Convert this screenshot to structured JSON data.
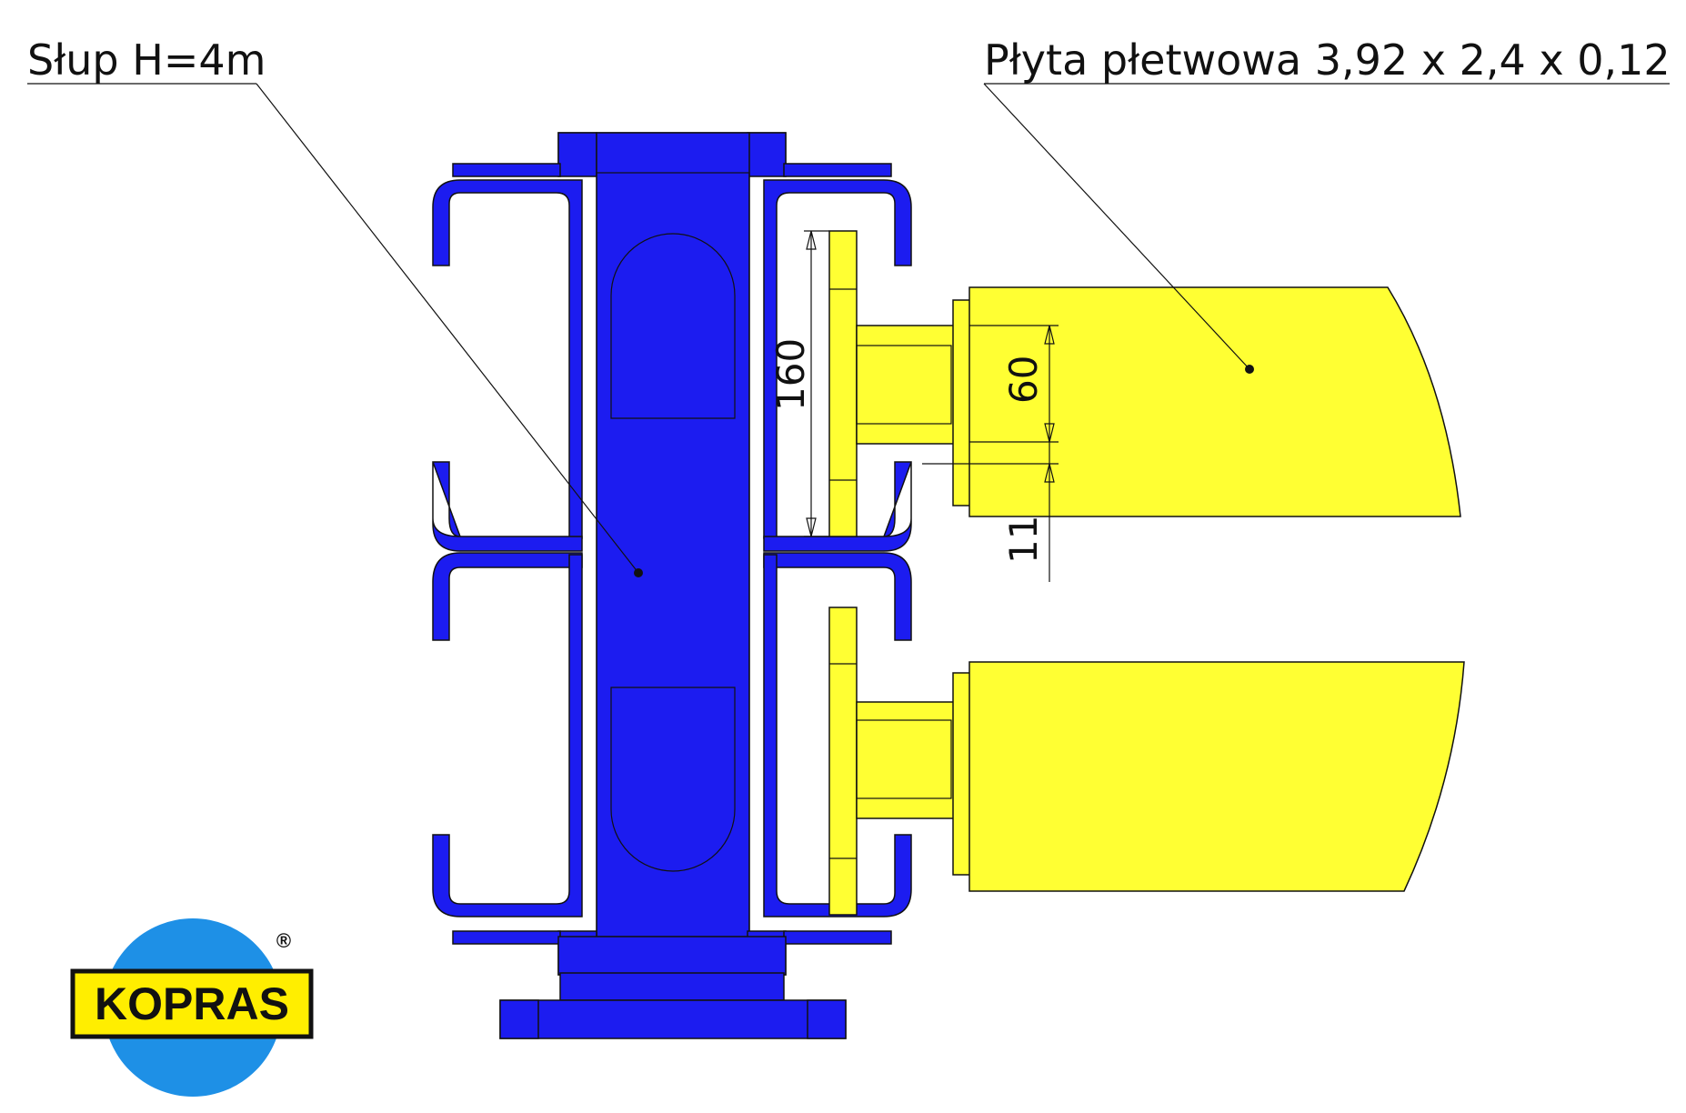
{
  "labels": {
    "column": "Słup H=4m",
    "plate": "Płyta płetwowa 3,92 x 2,4 x 0,12"
  },
  "dimensions": {
    "d160": "160",
    "d60": "60",
    "d11": "11"
  },
  "logo": {
    "text": "KOPRAS",
    "registered": "®"
  },
  "colors": {
    "steel_blue": "#1c1cf0",
    "plate_yellow": "#ffff33",
    "logo_blue": "#1e90e6",
    "logo_yellow": "#ffee00"
  }
}
